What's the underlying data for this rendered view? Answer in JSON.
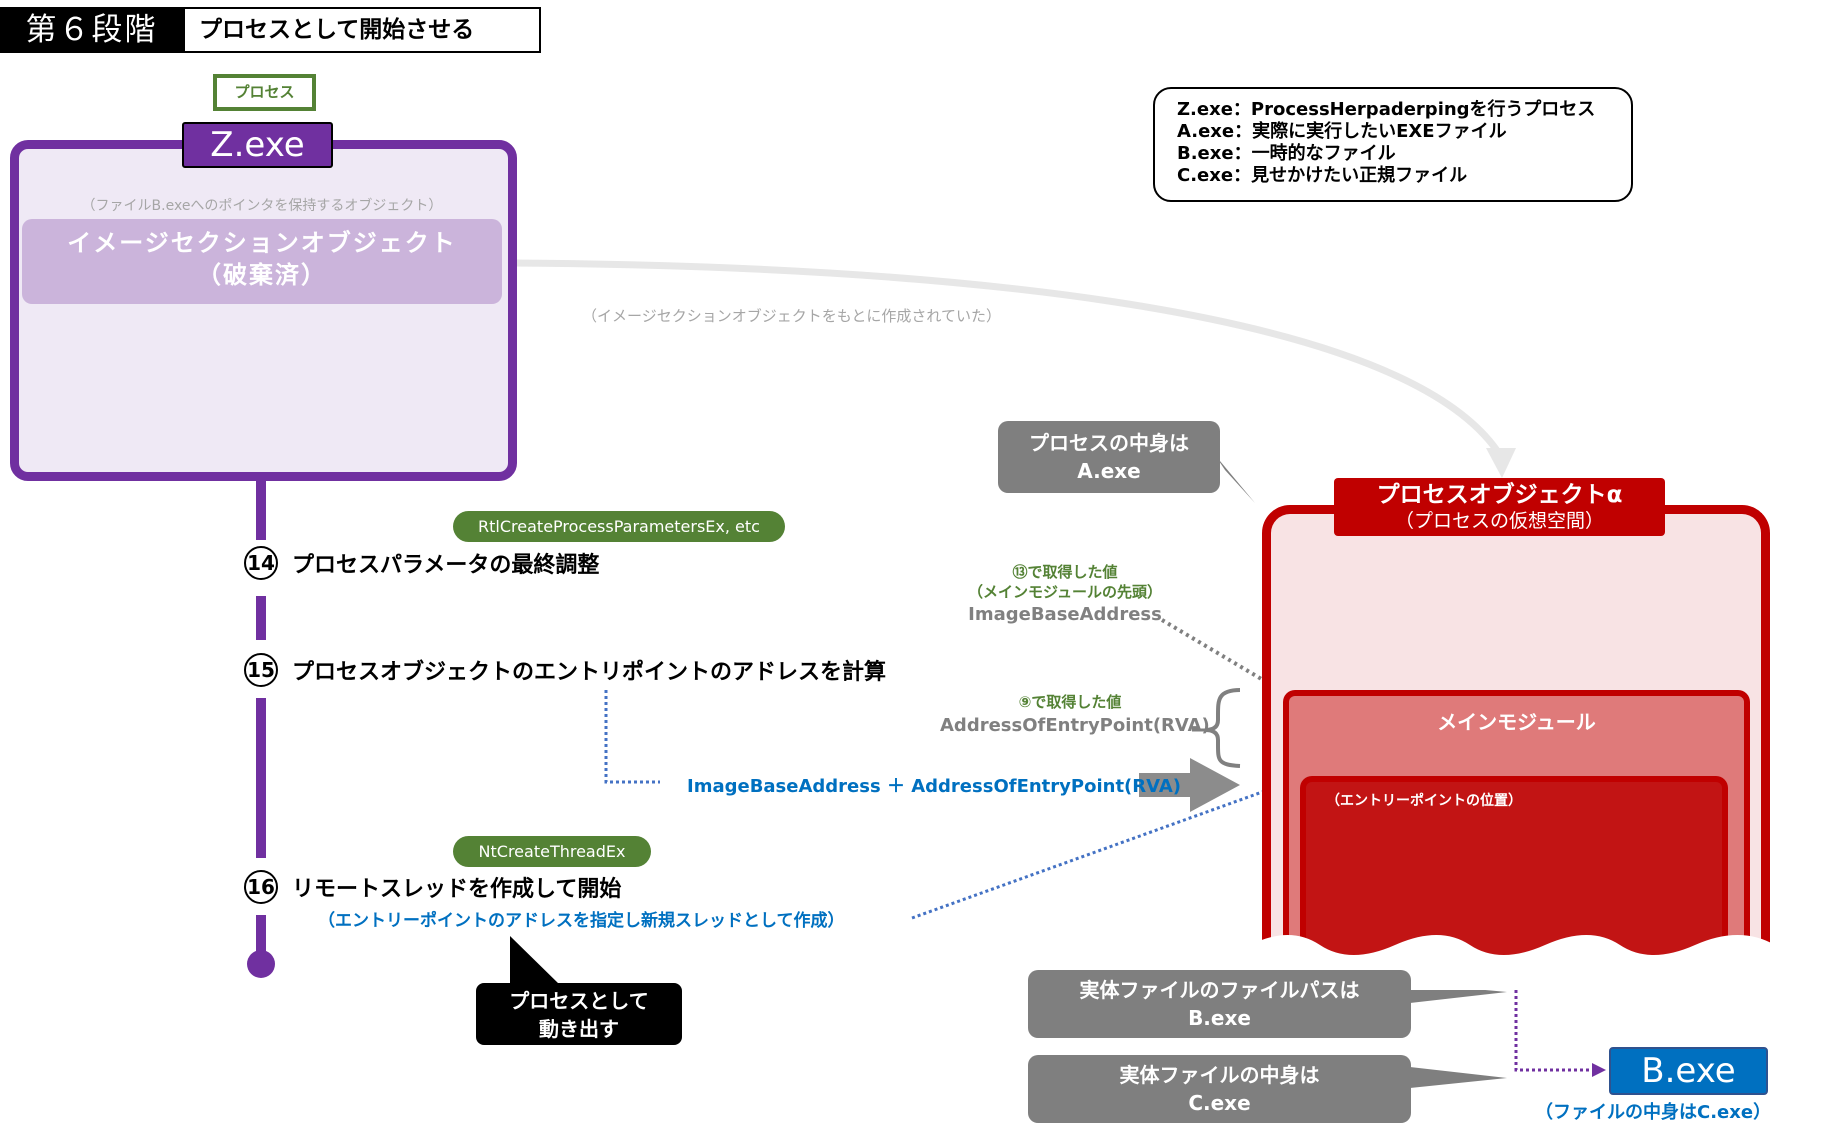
{
  "header": {
    "stage_label": "第６段階",
    "stage_title": "プロセスとして開始させる"
  },
  "z_process": {
    "type_tag": "プロセス",
    "name": "Z.exe",
    "image_section_note": "（ファイルB.exeへのポインタを保持するオブジェクト）",
    "image_section_title": "イメージセクションオブジェクト",
    "image_section_status": "（破棄済）"
  },
  "arc_note": "（イメージセクションオブジェクトをもとに作成されていた）",
  "steps": [
    {
      "number": "14",
      "api": "RtlCreateProcessParametersEx, etc",
      "title": "プロセスパラメータの最終調整"
    },
    {
      "number": "15",
      "api": "",
      "title": "プロセスオブジェクトのエントリポイントのアドレスを計算"
    },
    {
      "number": "16",
      "api": "NtCreateThreadEx",
      "title": "リモートスレッドを作成して開始",
      "detail": "（エントリーポイントのアドレスを指定し新規スレッドとして作成）"
    }
  ],
  "calc_formula": "ImageBaseAddress ＋ AddressOfEntryPoint(RVA)",
  "image_base": {
    "source": "⑬で取得した値",
    "desc": "（メインモジュールの先頭）",
    "name": "ImageBaseAddress"
  },
  "entry_rva": {
    "source": "⑨で取得した値",
    "name": "AddressOfEntryPoint(RVA)"
  },
  "callouts": {
    "process_content_line1": "プロセスの中身は",
    "process_content_line2": "A.exe",
    "starts_line1": "プロセスとして",
    "starts_line2": "動き出す",
    "file_path_line1": "実体ファイルのファイルパスは",
    "file_path_line2": "B.exe",
    "file_content_line1": "実体ファイルの中身は",
    "file_content_line2": "C.exe"
  },
  "legend": [
    "Z.exe：ProcessHerpaderpingを行うプロセス",
    "A.exe：実際に実行したいEXEファイル",
    "B.exe：一時的なファイル",
    "C.exe：見せかけたい正規ファイル"
  ],
  "process_object": {
    "title": "プロセスオブジェクトα",
    "subtitle": "（プロセスの仮想空間）",
    "main_module": "メインモジュール",
    "entry_point": "（エントリーポイントの位置）"
  },
  "file": {
    "name": "B.exe",
    "note": "（ファイルの中身はC.exe）"
  },
  "colors": {
    "purple": "#7030a0",
    "green": "#548235",
    "red": "#c00000",
    "blue": "#0070c0",
    "gray": "#7f7f7f"
  }
}
